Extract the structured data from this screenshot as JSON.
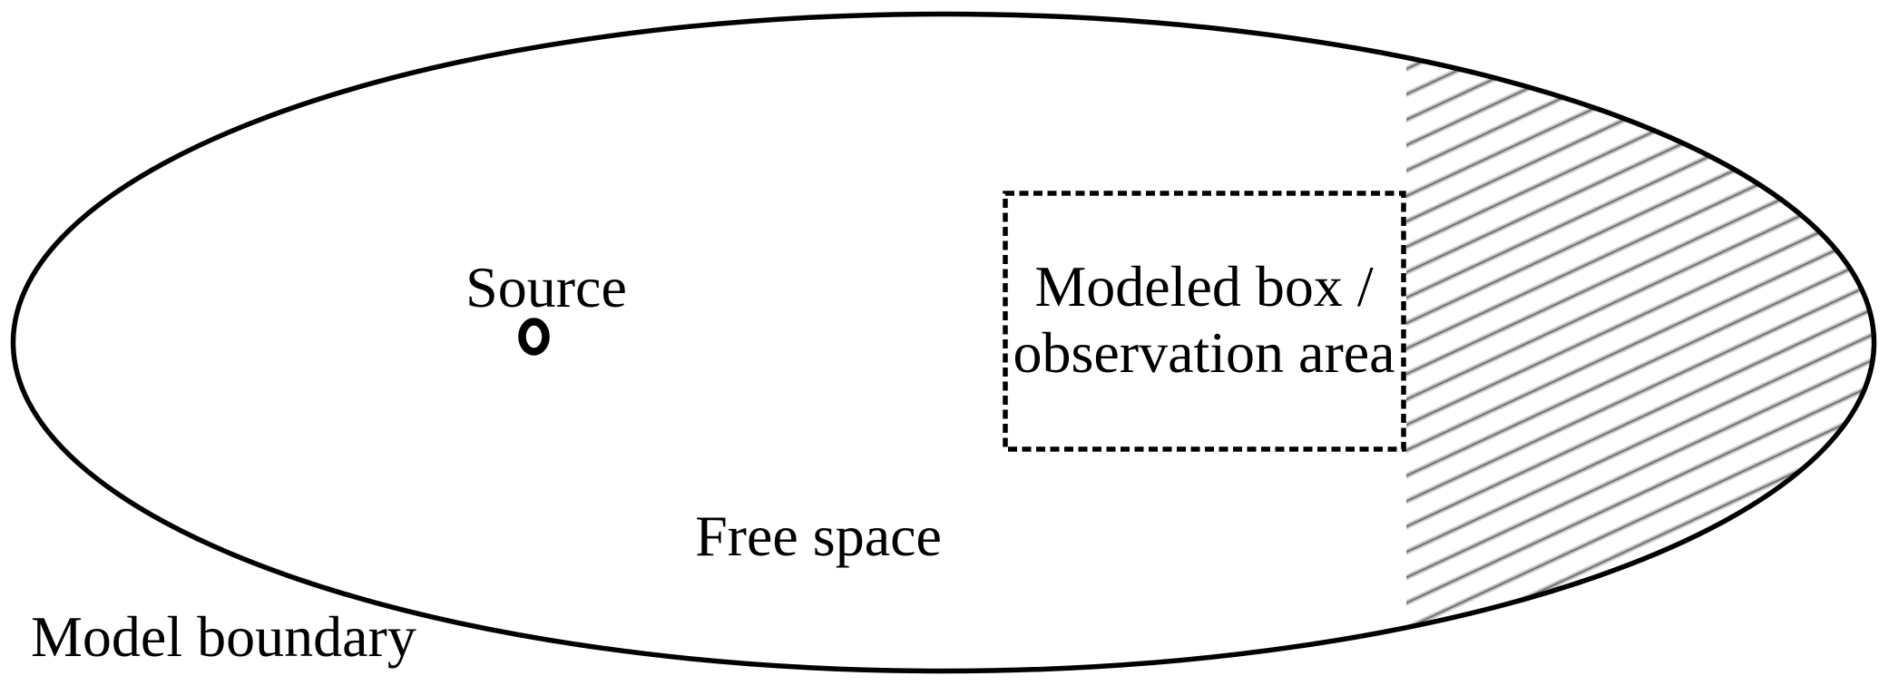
{
  "figure": {
    "labels": {
      "source": "Source",
      "modeled_box_line1": "Modeled box /",
      "modeled_box_line2": "observation area",
      "free_space": "Free space",
      "model_boundary": "Model boundary"
    },
    "icons": {
      "source_marker": "circle-outline"
    },
    "colors": {
      "background": "#ffffff",
      "line": "#000000",
      "hatch_light": "#c8c8c8",
      "hatch_dark": "#707070"
    }
  }
}
